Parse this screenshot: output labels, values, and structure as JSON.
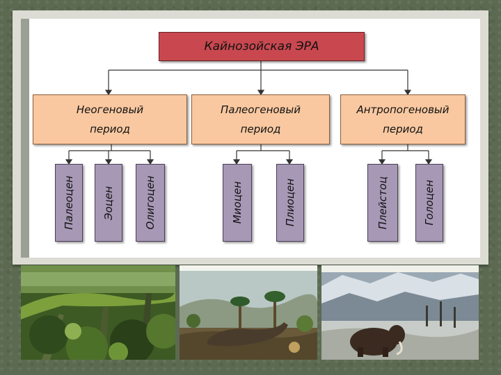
{
  "era": {
    "label": "Кайнозойская ЭРА"
  },
  "periods": [
    {
      "line1": "Неогеновый",
      "line2": "период"
    },
    {
      "line1": "Палеогеновый",
      "line2": "период"
    },
    {
      "line1": "Антропогеновый",
      "line2": "период"
    }
  ],
  "epochs": [
    "Палеоцен",
    "Эоцен",
    "Олигоцен",
    "Миоцен",
    "Плиоцен",
    "Плейстоц",
    "Голоцен"
  ],
  "colors": {
    "era_fill": "#c9484f",
    "period_fill": "#f9c8a0",
    "epoch_fill": "#a798b6",
    "background": "#5c6a52"
  },
  "photos": [
    "forest-photo",
    "dinosaur-diorama-photo",
    "mammoth-diorama-photo"
  ]
}
